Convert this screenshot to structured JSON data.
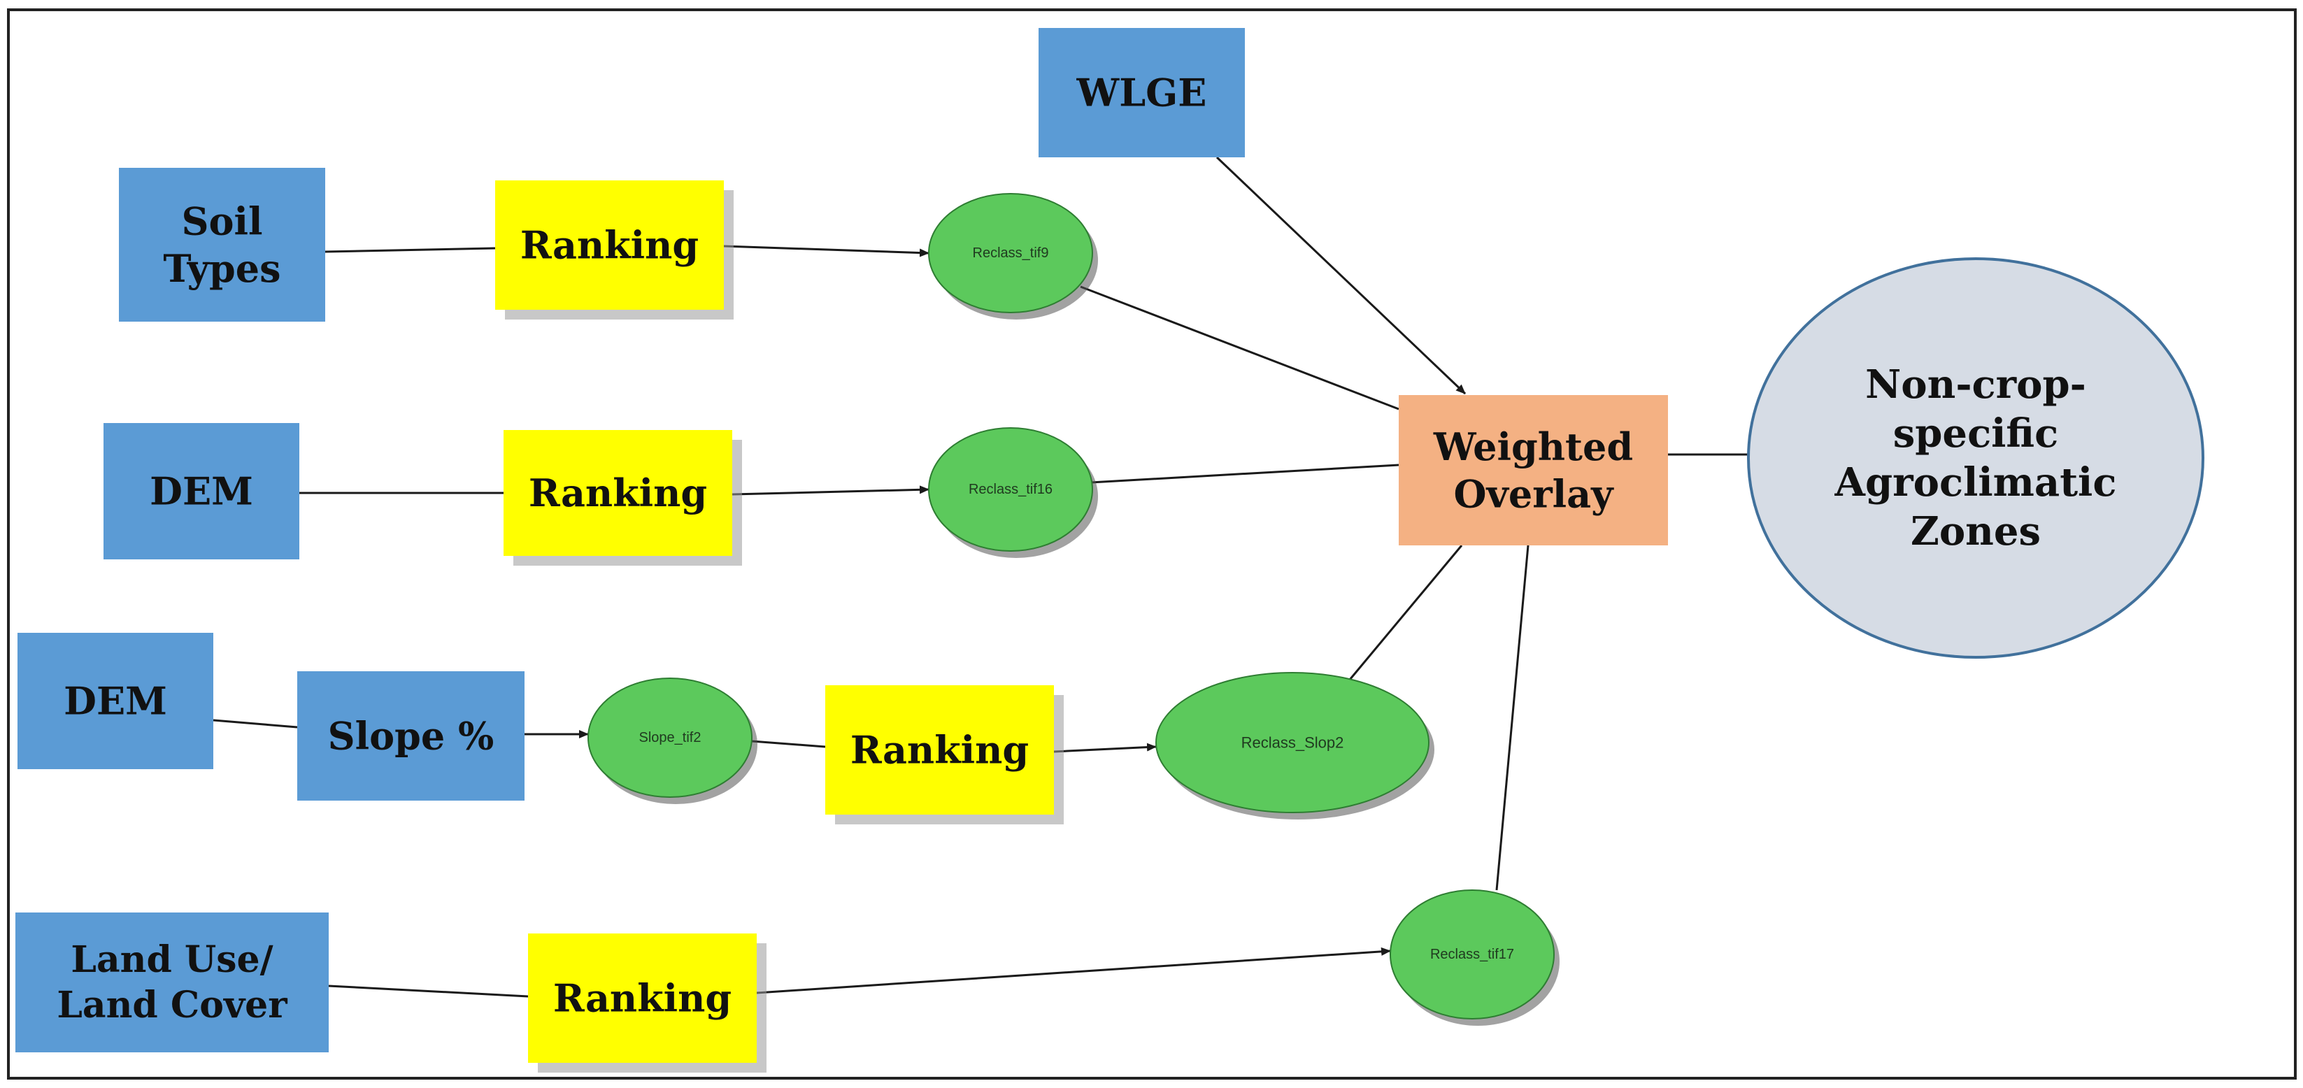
{
  "colors": {
    "input": "#5b9bd5",
    "ranking": "#ffff00",
    "raster": "#5cc95c",
    "overlay": "#f4b183",
    "result": "#d6dce5",
    "edge": "#1a1a1a"
  },
  "nodes": {
    "wlge": {
      "label": [
        "WLGE"
      ]
    },
    "soil_types": {
      "label": [
        "Soil",
        "Types"
      ]
    },
    "dem_1": {
      "label": [
        "DEM"
      ]
    },
    "dem_2": {
      "label": [
        "DEM"
      ]
    },
    "slope_pct": {
      "label": [
        "Slope %"
      ]
    },
    "land_use": {
      "label": [
        "Land Use/",
        "Land Cover"
      ]
    },
    "ranking_1": {
      "label": [
        "Ranking"
      ]
    },
    "ranking_2": {
      "label": [
        "Ranking"
      ]
    },
    "ranking_3": {
      "label": [
        "Ranking"
      ]
    },
    "ranking_4": {
      "label": [
        "Ranking"
      ]
    },
    "reclass_tif9": {
      "label": [
        "Reclass_tif9"
      ]
    },
    "reclass_tif16": {
      "label": [
        "Reclass_tif16"
      ]
    },
    "slope_tif2": {
      "label": [
        "Slope_tif2"
      ]
    },
    "reclass_slop2": {
      "label": [
        "Reclass_Slop2"
      ]
    },
    "reclass_tif17": {
      "label": [
        "Reclass_tif17"
      ]
    },
    "weighted_overlay": {
      "label": [
        "Weighted",
        "Overlay"
      ]
    },
    "agroclimatic_zones": {
      "label": [
        "Non-crop-",
        "specific",
        "Agroclimatic",
        "Zones"
      ]
    }
  },
  "edges": [
    {
      "from": "soil_types",
      "to": "ranking_1",
      "arrow": false
    },
    {
      "from": "ranking_1",
      "to": "reclass_tif9",
      "arrow": true
    },
    {
      "from": "reclass_tif9",
      "to": "weighted_overlay",
      "arrow": false
    },
    {
      "from": "wlge",
      "to": "weighted_overlay",
      "arrow": true
    },
    {
      "from": "dem_1",
      "to": "ranking_2",
      "arrow": false
    },
    {
      "from": "ranking_2",
      "to": "reclass_tif16",
      "arrow": true
    },
    {
      "from": "reclass_tif16",
      "to": "weighted_overlay",
      "arrow": false
    },
    {
      "from": "dem_2",
      "to": "slope_pct",
      "arrow": false
    },
    {
      "from": "slope_pct",
      "to": "slope_tif2",
      "arrow": true
    },
    {
      "from": "slope_tif2",
      "to": "ranking_3",
      "arrow": false
    },
    {
      "from": "ranking_3",
      "to": "reclass_slop2",
      "arrow": true
    },
    {
      "from": "reclass_slop2",
      "to": "weighted_overlay",
      "arrow": false
    },
    {
      "from": "land_use",
      "to": "ranking_4",
      "arrow": false
    },
    {
      "from": "ranking_4",
      "to": "reclass_tif17",
      "arrow": true
    },
    {
      "from": "reclass_tif17",
      "to": "weighted_overlay",
      "arrow": false
    },
    {
      "from": "weighted_overlay",
      "to": "agroclimatic_zones",
      "arrow": false
    }
  ]
}
